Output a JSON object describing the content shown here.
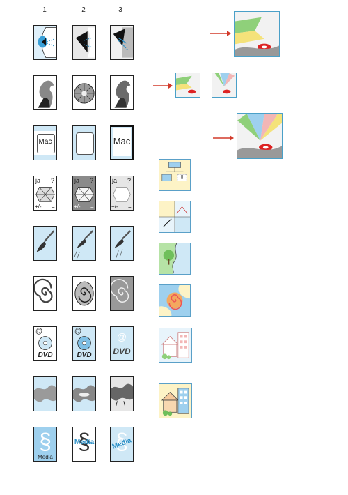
{
  "columns": [
    "1",
    "2",
    "3"
  ],
  "tiles": {
    "mac": "Mac",
    "ja": "ja",
    "question": "?",
    "plusminus": "+/-",
    "equals": "=",
    "at": "@",
    "dvd": "DVD",
    "section": "§",
    "media": "Media"
  },
  "colors": {
    "light_blue": "#cfe8f6",
    "accent_blue": "#2a8fc7",
    "arrow_red": "#d23a2a",
    "tile_border": "#222222"
  }
}
